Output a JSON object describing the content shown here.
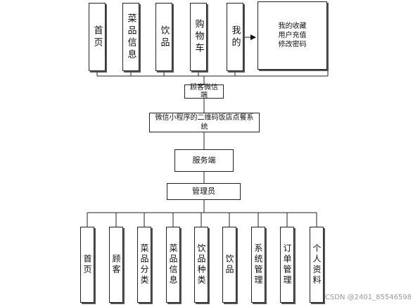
{
  "top_modules": [
    "首页",
    "菜品信息",
    "饮品",
    "购物车",
    "我的"
  ],
  "my_submenu": "我的收藏\n用户充值\n修改密码",
  "client_label": "顾客微信端",
  "system_label": "微信小程序的二维码饭店点餐系统",
  "server_label": "服务端",
  "admin_label": "管理员",
  "bottom_modules": [
    "首页",
    "顾客",
    "菜品分类",
    "菜品信息",
    "饮品种类",
    "饮品",
    "系统管理",
    "订单管理",
    "个人资料"
  ],
  "watermark": "CSDN @2401_85546598"
}
